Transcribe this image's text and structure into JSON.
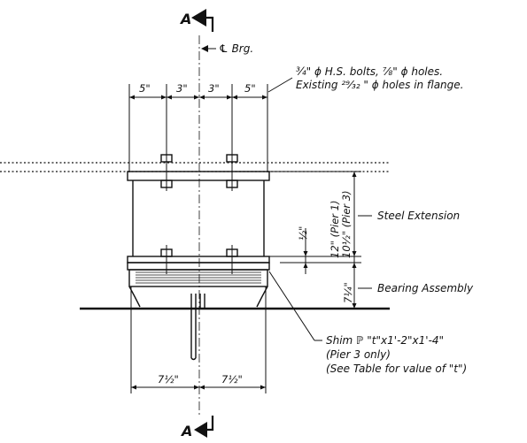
{
  "section": {
    "mark_top": "A",
    "mark_bottom": "A"
  },
  "labels": {
    "cl_bearing": "℄ Brg.",
    "bolts_line1": "¾\" ϕ H.S. bolts, ⅞\" ϕ holes.",
    "bolts_line2": "Existing ²⁹⁄₃₂ \" ϕ holes in flange.",
    "steel_extension": "Steel Extension",
    "bearing_assembly": "Bearing Assembly",
    "shim_line1": "Shim ℙ \"t\"x1'-2\"x1'-4\"",
    "shim_line2": "(Pier 3 only)",
    "shim_line3": "(See Table for value of \"t\")"
  },
  "dimensions": {
    "top_1": "5\"",
    "top_2": "3\"",
    "top_3": "3\"",
    "top_4": "5\"",
    "half_inch": "½\"",
    "height_pier1": "12\" (Pier 1)",
    "height_pier3": "10½\" (Pier 3)",
    "bearing_height": "7¼\"",
    "bottom_left": "7½\"",
    "bottom_right": "7½\""
  }
}
